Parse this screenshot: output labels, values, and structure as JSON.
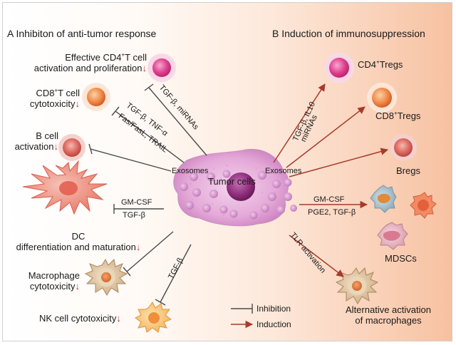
{
  "left": {
    "title": "A Inhibiton of anti-tumor response",
    "cd4": {
      "line1_a": "Effective CD4",
      "line1_sup": "+",
      "line1_b": "T cell",
      "line2": "activation and proliferation",
      "mod1": "TGF-β, miRNAs"
    },
    "cd8": {
      "line1_a": "CD8",
      "line1_sup": "+",
      "line1_b": "T cell",
      "line2": "cytotoxicity",
      "mod1": "TGF-β, TNF-α",
      "mod2": "Fas/FasL, TRAIL"
    },
    "bcell": {
      "line1": "B cell",
      "line2": "activation"
    },
    "dc": {
      "line1": "DC",
      "line2": "differentiation and maturation",
      "mod1": "GM-CSF",
      "mod2": "TGF-β"
    },
    "macro": {
      "line1": "Macrophage",
      "line2": "cytotoxicity"
    },
    "nk": {
      "line1": "NK cell  cytotoxicity",
      "mod1": "TGF-β"
    },
    "down_arrow": "↓"
  },
  "right": {
    "title": "B Induction of immunosuppression",
    "cd4tregs": {
      "a": "CD4",
      "sup": "+",
      "b": "Tregs",
      "mod1": "TGF-β, IL10",
      "mod2": "miRNAs"
    },
    "cd8tregs": {
      "a": "CD8",
      "sup": "+",
      "b": "Tregs"
    },
    "bregs": "Bregs",
    "mdsc": {
      "label": "MDSCs",
      "mod1": "GM-CSF",
      "mod2": "PGE2, TGF-β"
    },
    "altmac": {
      "line1": "Alternative activation",
      "line2": "of macrophages",
      "mod1": "TLR activation"
    }
  },
  "center": {
    "tumor_label": "Tumor cells",
    "exo_left": "Exosomes",
    "exo_right": "Exosomes"
  },
  "legend": {
    "inhibition": "Inhibition",
    "induction": "Induction"
  },
  "colors": {
    "inhibit": "#4a4a4a",
    "induce": "#a83a2c",
    "arrow_down": "#c0392b"
  }
}
